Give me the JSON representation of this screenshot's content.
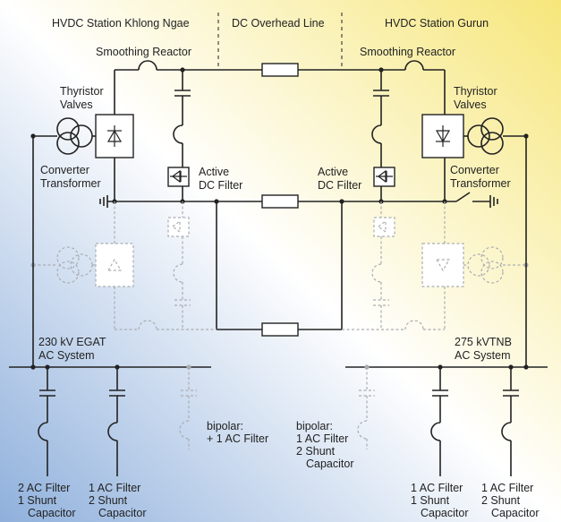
{
  "header": {
    "station_left": "HVDC Station Khlong Ngae",
    "line": "DC Overhead Line",
    "station_right": "HVDC Station Gurun"
  },
  "labels": {
    "smoothing_reactor_left": "Smoothing Reactor",
    "smoothing_reactor_right": "Smoothing Reactor",
    "thyristor_left": [
      "Thyristor",
      "Valves"
    ],
    "thyristor_right": [
      "Thyristor",
      "Valves"
    ],
    "converter_left": [
      "Converter",
      "Transformer"
    ],
    "converter_right": [
      "Converter",
      "Transformer"
    ],
    "active_filter_left": [
      "Active",
      "DC Filter"
    ],
    "active_filter_right": [
      "Active",
      "DC Filter"
    ],
    "ac_system_left": [
      "230 kV EGAT",
      "AC System"
    ],
    "ac_system_right": [
      "275 kVTNB",
      "AC System"
    ],
    "bipolar_left": [
      "bipolar:",
      "+ 1 AC Filter"
    ],
    "bipolar_right": [
      "bipolar:",
      "1 AC Filter",
      "2 Shunt",
      "Capacitor"
    ],
    "filter_1": [
      "2 AC Filter",
      "1 Shunt",
      "Capacitor"
    ],
    "filter_2": [
      "1 AC Filter",
      "2 Shunt",
      "Capacitor"
    ],
    "filter_3": [
      "1 AC Filter",
      "1 Shunt",
      "Capacitor"
    ],
    "filter_4": [
      "1 AC Filter",
      "2 Shunt",
      "Capacitor"
    ]
  },
  "colors": {
    "bg_left": "#8fb0dc",
    "bg_mid": "#ffffff",
    "bg_right": "#f6e67a",
    "line": "#222222",
    "ghost": "#a9adb2"
  }
}
